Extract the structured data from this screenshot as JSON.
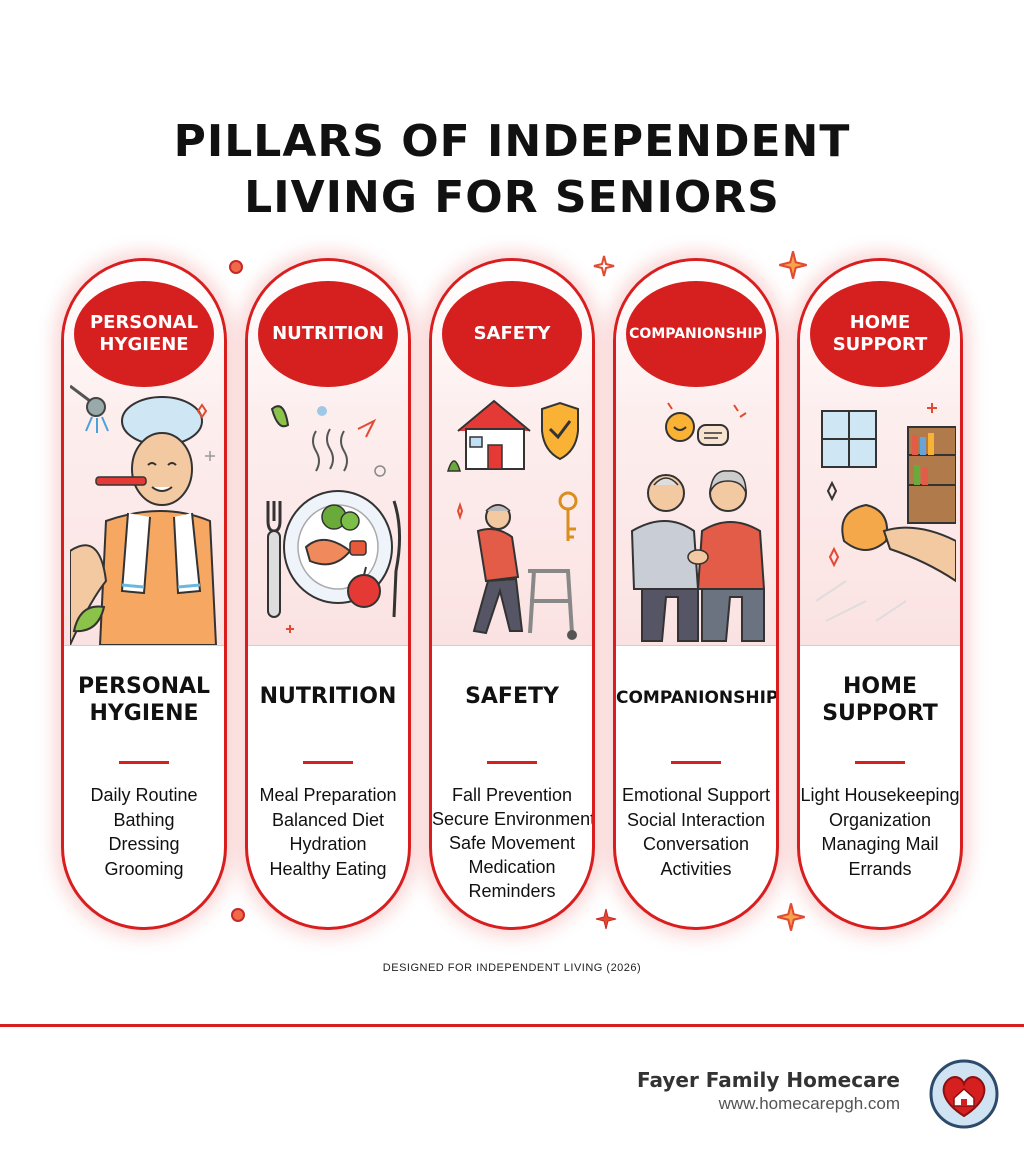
{
  "title": {
    "line1": "PILLARS OF INDEPENDENT",
    "line2": "LIVING FOR SENIORS"
  },
  "pillars": [
    {
      "badge": "PERSONAL HYGIENE",
      "name_line1": "PERSONAL",
      "name_line2": "HYGIENE",
      "items": [
        "Daily Routine",
        "Bathing",
        "Dressing",
        "Grooming"
      ]
    },
    {
      "badge": "NUTRITION",
      "name_line1": "NUTRITION",
      "name_line2": "",
      "items": [
        "Meal Preparation",
        "Balanced Diet",
        "Hydration",
        "Healthy Eating"
      ]
    },
    {
      "badge": "SAFETY",
      "name_line1": "SAFETY",
      "name_line2": "",
      "items": [
        "Fall Prevention",
        "Secure Environment",
        "Safe Movement",
        "Medication",
        "Reminders"
      ]
    },
    {
      "badge": "COMPANIONSHIP",
      "name_line1": "COMPANIONSHIP",
      "name_line2": "",
      "items": [
        "Emotional Support",
        "Social Interaction",
        "Conversation",
        "Activities"
      ]
    },
    {
      "badge": "HOME SUPPORT",
      "name_line1": "HOME",
      "name_line2": "SUPPORT",
      "items": [
        "Light Housekeeping",
        "Organization",
        "Managing Mail",
        "Errands"
      ]
    }
  ],
  "footer": {
    "note": "DESIGNED FOR INDEPENDENT LIVING (2026)",
    "watermark_year": "2026"
  },
  "brand": {
    "name": "Fayer Family Homecare",
    "url": "www.homecarepgh.com",
    "logo_icon": "heart-house-icon"
  },
  "colors": {
    "accent": "#d61f1f",
    "glow": "#f7d4d4",
    "text": "#111111"
  }
}
